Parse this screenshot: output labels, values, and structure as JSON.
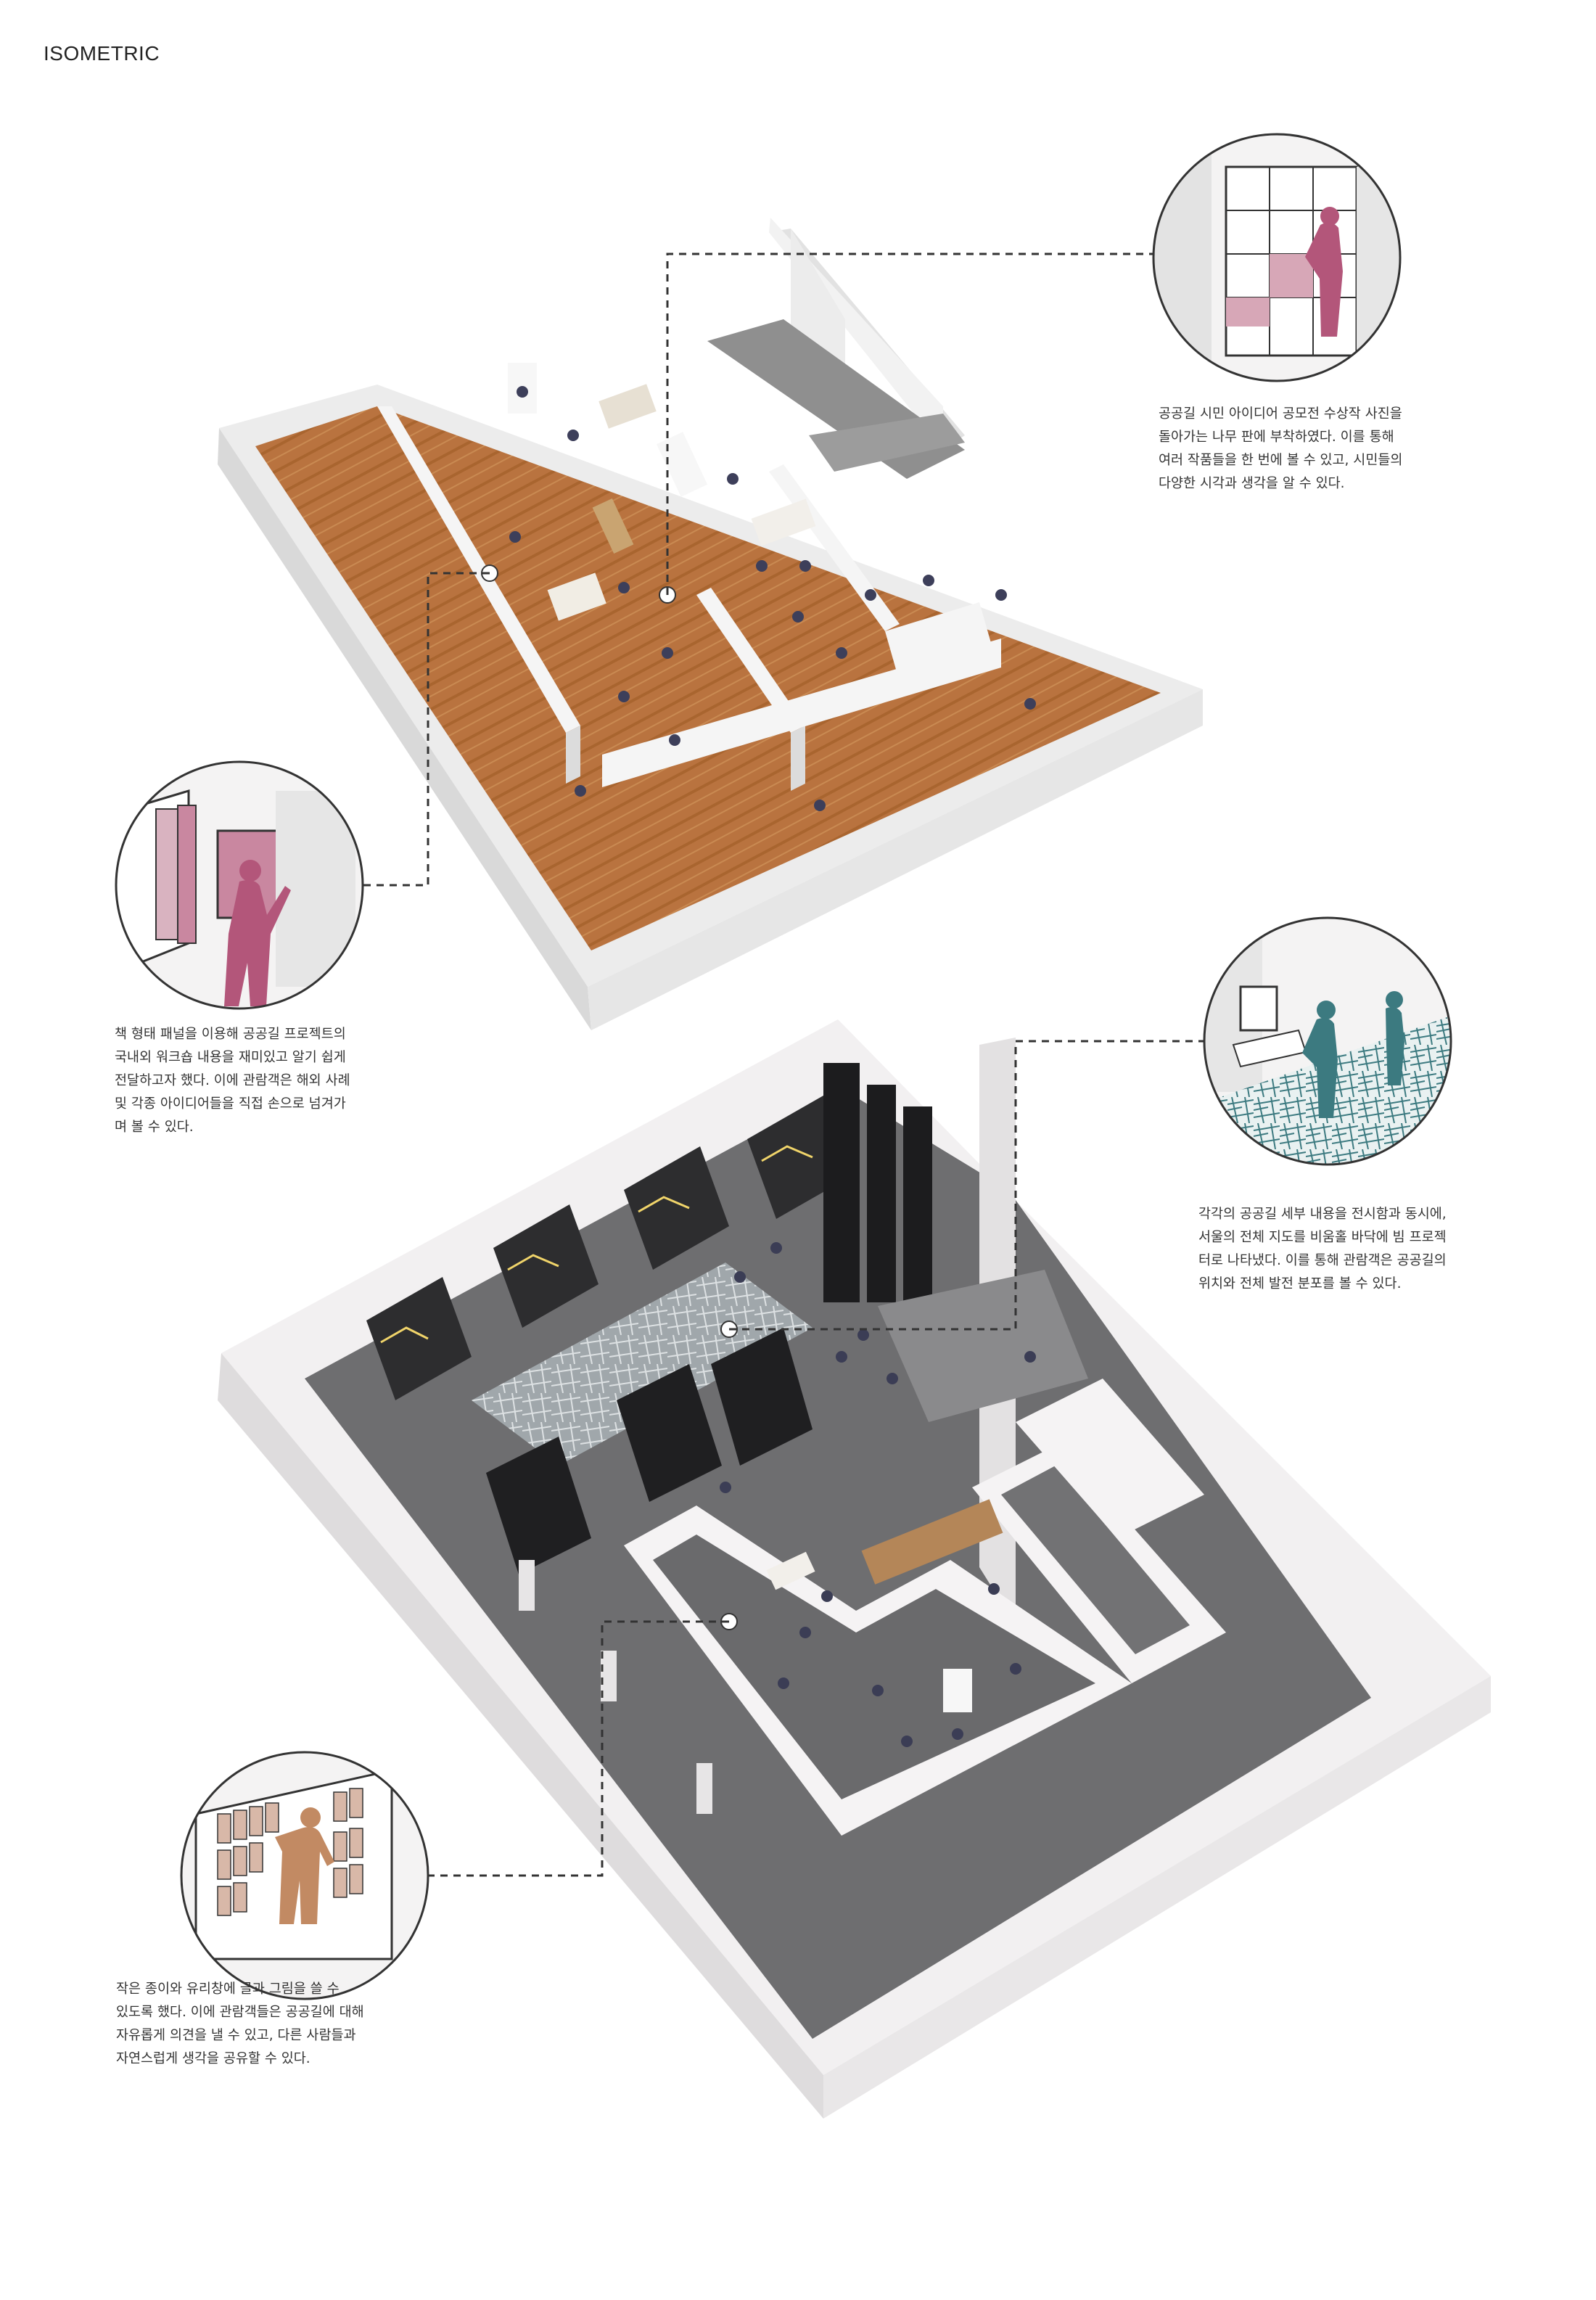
{
  "page": {
    "title": "ISOMETRIC"
  },
  "callouts": [
    {
      "id": "bookshelf-photo-panels",
      "text": "공공길 시민 아이디어 공모전 수상작 사진을\n돌아가는 나무 판에 부착하였다. 이를 통해\n여러 작품들을 한 번에 볼 수 있고, 시민들의\n다양한 시각과 생각을 알 수 있다."
    },
    {
      "id": "book-panels",
      "text": "책 형태 패널을 이용해 공공길 프로젝트의\n국내외 워크숍 내용을 재미있고 알기 쉽게\n전달하고자 했다. 이에 관람객은 해외 사례\n및 각종 아이디어들을 직접 손으로 넘겨가\n며 볼 수 있다."
    },
    {
      "id": "floor-map-projection",
      "text": "각각의 공공길 세부 내용을 전시함과 동시에,\n서울의 전체 지도를 비움홀 바닥에 빔 프로젝\n터로 나타냈다. 이를 통해 관람객은 공공길의\n위치와 전체 발전 분포를 볼 수 있다."
    },
    {
      "id": "message-wall",
      "text": "작은 종이와 유리창에 글과 그림을 쓸 수\n있도록 했다. 이에 관람객들은 공공길에 대해\n자유롭게 의견을  낼 수 있고, 다른 사람들과\n자연스럽게 생각을 공유할 수 있다."
    }
  ],
  "colors": {
    "wood_floor": "#b9733f",
    "grey_floor": "#6e6e70",
    "wall": "#f3f1f2",
    "figure_pink": "#b3567a",
    "figure_teal": "#3c7a80",
    "figure_tan": "#c28a63",
    "leader_line": "#333333"
  }
}
